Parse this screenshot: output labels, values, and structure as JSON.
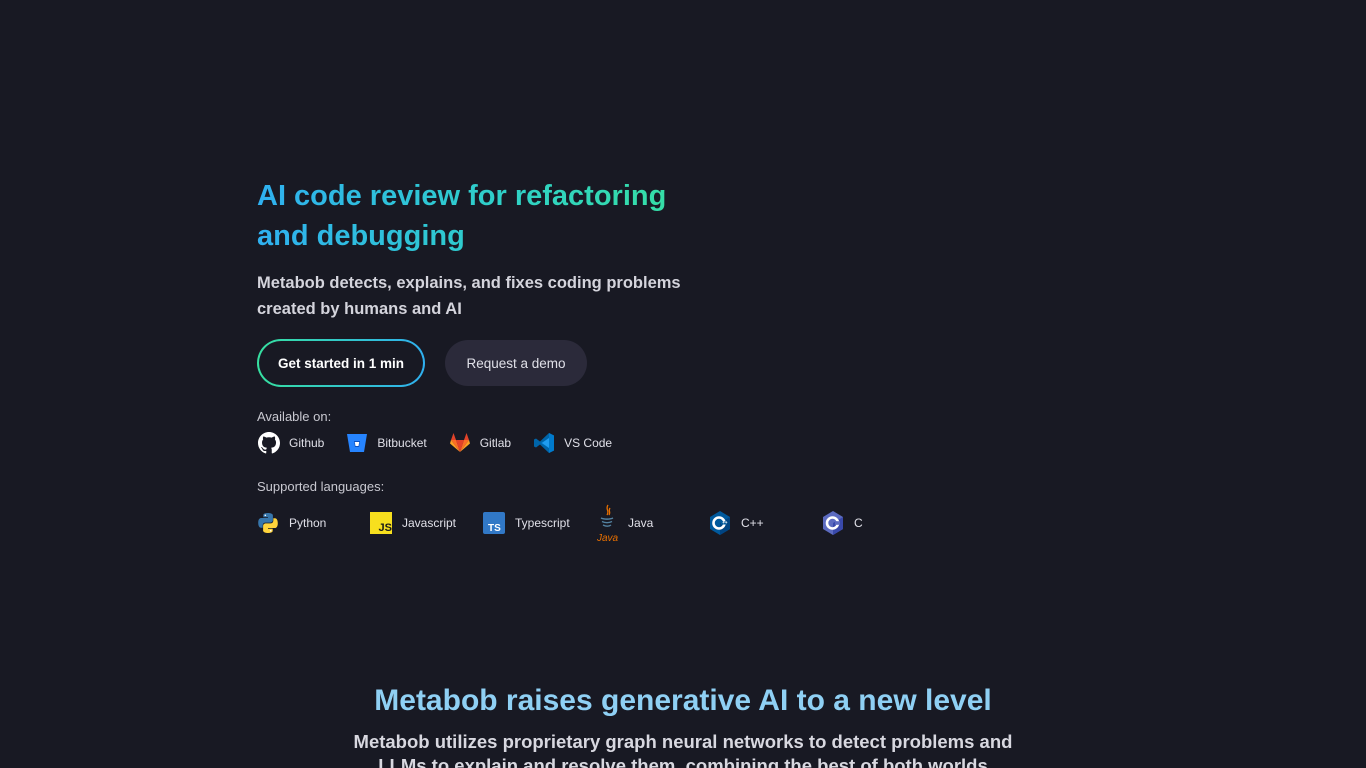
{
  "hero": {
    "title": "AI code review for refactoring and debugging",
    "subtitle": "Metabob detects, explains, and fixes coding problems created by humans and AI",
    "cta_primary": "Get started in 1 min",
    "cta_secondary": "Request a demo"
  },
  "available": {
    "label": "Available on:",
    "platforms": [
      {
        "name": "Github",
        "icon": "github-icon"
      },
      {
        "name": "Bitbucket",
        "icon": "bitbucket-icon"
      },
      {
        "name": "Gitlab",
        "icon": "gitlab-icon"
      },
      {
        "name": "VS Code",
        "icon": "vscode-icon"
      }
    ]
  },
  "languages": {
    "label": "Supported languages:",
    "items": [
      {
        "name": "Python",
        "icon": "python-icon"
      },
      {
        "name": "Javascript",
        "icon": "javascript-icon"
      },
      {
        "name": "Typescript",
        "icon": "typescript-icon"
      },
      {
        "name": "Java",
        "icon": "java-icon"
      },
      {
        "name": "C++",
        "icon": "cplusplus-icon"
      },
      {
        "name": "C",
        "icon": "c-icon"
      }
    ]
  },
  "section2": {
    "title": "Metabob raises generative AI to a new level",
    "subtitle": "Metabob utilizes proprietary graph neural networks to detect problems and LLMs to explain and resolve them, combining the best of both worlds"
  },
  "colors": {
    "background": "#181923",
    "gradient_start": "#2fb0f0",
    "gradient_end": "#36e0a0",
    "secondary_button": "#2b2a3a",
    "section2_title": "#8fd0f4"
  }
}
